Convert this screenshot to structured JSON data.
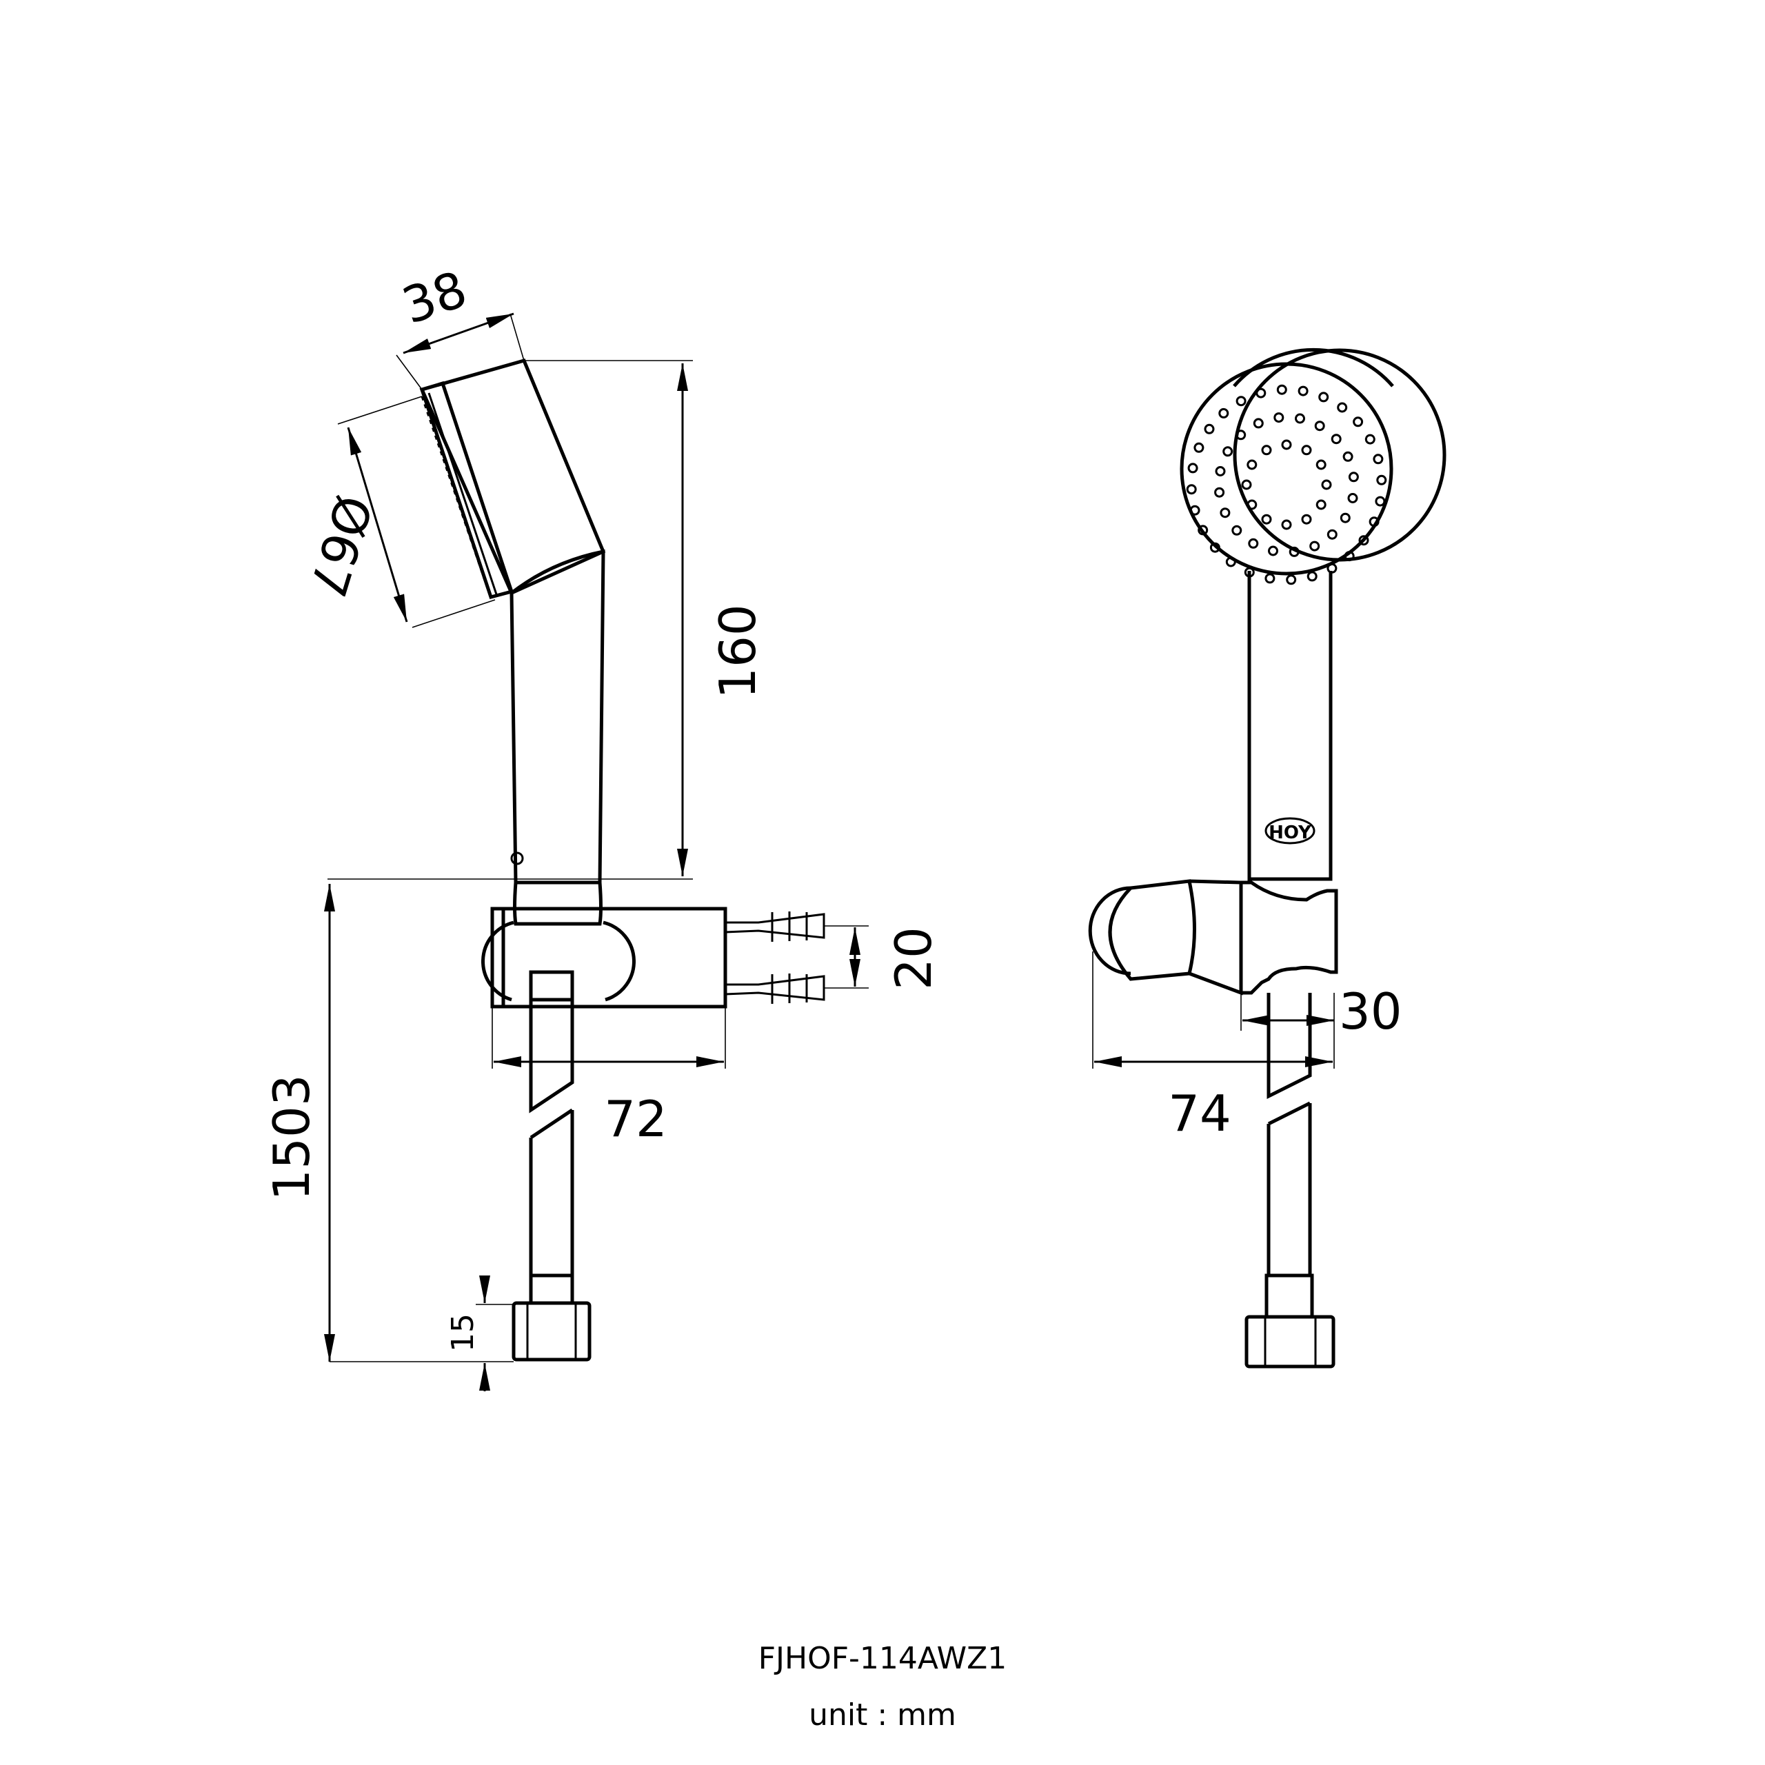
{
  "drawing": {
    "model": "FJHOF-114AWZ1",
    "unit_label": "unit : mm",
    "logo_text": "HOY",
    "dimensions": {
      "head_depth": "38",
      "head_diameter": "Ø67",
      "handle_length": "160",
      "hose_length": "1503",
      "nut_height": "15",
      "bracket_width": "72",
      "inlet_spacing": "20",
      "bracket_depth": "74",
      "hose_diameter": "30"
    }
  }
}
